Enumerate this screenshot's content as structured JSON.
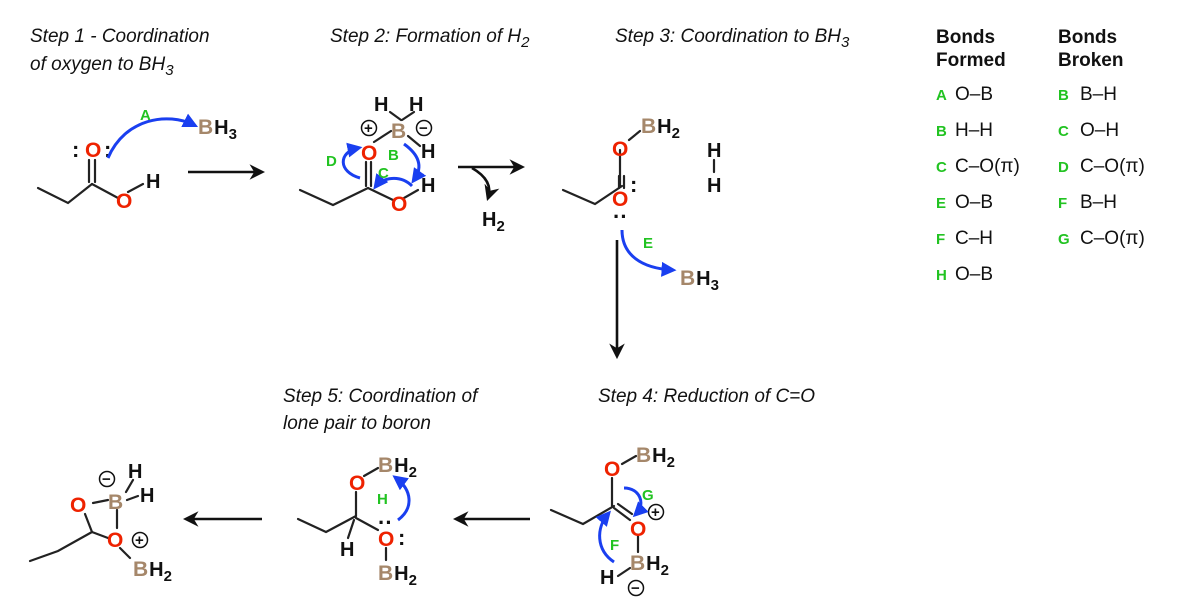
{
  "steps": {
    "step1_line1": "Step 1 - Coordination",
    "step1_line2": "of oxygen to BH",
    "step1_sub": "3",
    "step2_text": "Step 2: Formation of H",
    "step2_sub": "2",
    "step3_text": "Step 3: Coordination to BH",
    "step3_sub": "3",
    "step4_text": "Step 4: Reduction of C=O",
    "step5_line1": "Step 5: Coordination of",
    "step5_line2": "lone pair to boron"
  },
  "atoms": {
    "O": "O",
    "B": "B",
    "H": "H",
    "H2_main": "H",
    "sub2": "2",
    "sub3": "3"
  },
  "arrow_labels": {
    "A": "A",
    "B": "B",
    "C": "C",
    "D": "D",
    "E": "E",
    "F": "F",
    "G": "G",
    "H": "H"
  },
  "symbols": {
    "lone_pair": ":",
    "lone_pair_h": "··",
    "plus": "+",
    "minus": "−"
  },
  "byproduct": {
    "text": "H",
    "sub": "2"
  },
  "table": {
    "formed_header_1": "Bonds",
    "formed_header_2": "Formed",
    "broken_header_1": "Bonds",
    "broken_header_2": "Broken",
    "formed": [
      {
        "letter": "A",
        "bond": "O–B"
      },
      {
        "letter": "B",
        "bond": "H–H"
      },
      {
        "letter": "C",
        "bond": "C–O(π)"
      },
      {
        "letter": "E",
        "bond": "O–B"
      },
      {
        "letter": "F",
        "bond": "C–H"
      },
      {
        "letter": "H",
        "bond": "O–B"
      }
    ],
    "broken": [
      {
        "letter": "B",
        "bond": "B–H"
      },
      {
        "letter": "C",
        "bond": "O–H"
      },
      {
        "letter": "D",
        "bond": "C–O(π)"
      },
      {
        "letter": "F",
        "bond": "B–H"
      },
      {
        "letter": "G",
        "bond": "C–O(π)"
      }
    ]
  },
  "colors": {
    "oxygen": "#ee2200",
    "boron": "#a5876a",
    "curly_arrow": "#1a3ff0",
    "label_green": "#22c322",
    "ink": "#111111"
  }
}
